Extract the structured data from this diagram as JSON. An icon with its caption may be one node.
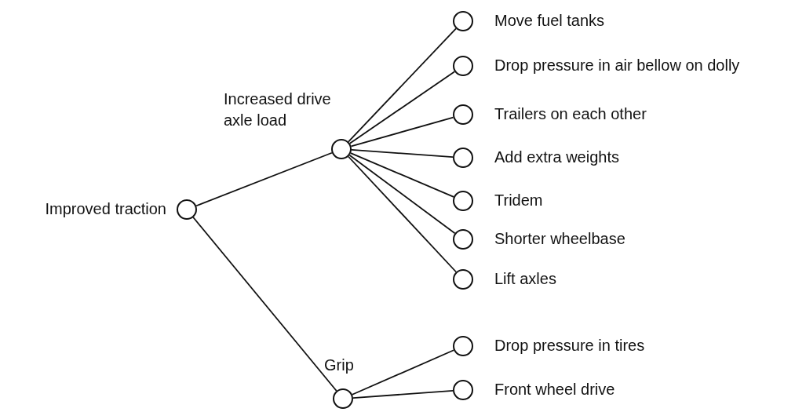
{
  "diagram": {
    "nodes": [
      {
        "text": [],
        "shape": "circle",
        "beside": [
          "Improved traction"
        ]
      },
      {
        "text": [],
        "shape": "circle",
        "beside": [
          "Increased drive axle load"
        ]
      },
      {
        "text": [],
        "shape": "circle",
        "beside": [
          "Move fuel tanks"
        ]
      },
      {
        "text": [],
        "shape": "circle",
        "beside": [
          "Drop pressure in air bellow on dolly"
        ]
      },
      {
        "text": [],
        "shape": "circle",
        "beside": [
          "Trailers on each other"
        ]
      },
      {
        "text": [],
        "shape": "circle",
        "beside": [
          "Add extra weights"
        ]
      },
      {
        "text": [],
        "shape": "circle",
        "beside": [
          "Tridem"
        ]
      },
      {
        "text": [],
        "shape": "circle",
        "beside": [
          "Shorter wheelbase"
        ]
      },
      {
        "text": [],
        "shape": "circle",
        "beside": [
          "Lift axles"
        ]
      },
      {
        "text": [],
        "shape": "circle",
        "beside": [
          "Grip"
        ]
      },
      {
        "text": [],
        "shape": "circle",
        "beside": [
          "Drop pressure in tires"
        ]
      },
      {
        "text": [],
        "shape": "circle",
        "beside": [
          "Front wheel drive"
        ]
      }
    ],
    "edges": [
      {
        "from": 0,
        "to": 1,
        "arrow": "none"
      },
      {
        "from": 1,
        "to": 2,
        "arrow": "none"
      },
      {
        "from": 1,
        "to": 3,
        "arrow": "none"
      },
      {
        "from": 1,
        "to": 4,
        "arrow": "none"
      },
      {
        "from": 1,
        "to": 5,
        "arrow": "none"
      },
      {
        "from": 1,
        "to": 6,
        "arrow": "none"
      },
      {
        "from": 1,
        "to": 7,
        "arrow": "none"
      },
      {
        "from": 1,
        "to": 8,
        "arrow": "none"
      },
      {
        "from": 0,
        "to": 9,
        "arrow": "none"
      },
      {
        "from": 9,
        "to": 10,
        "arrow": "none"
      },
      {
        "from": 9,
        "to": 11,
        "arrow": "none"
      }
    ]
  }
}
